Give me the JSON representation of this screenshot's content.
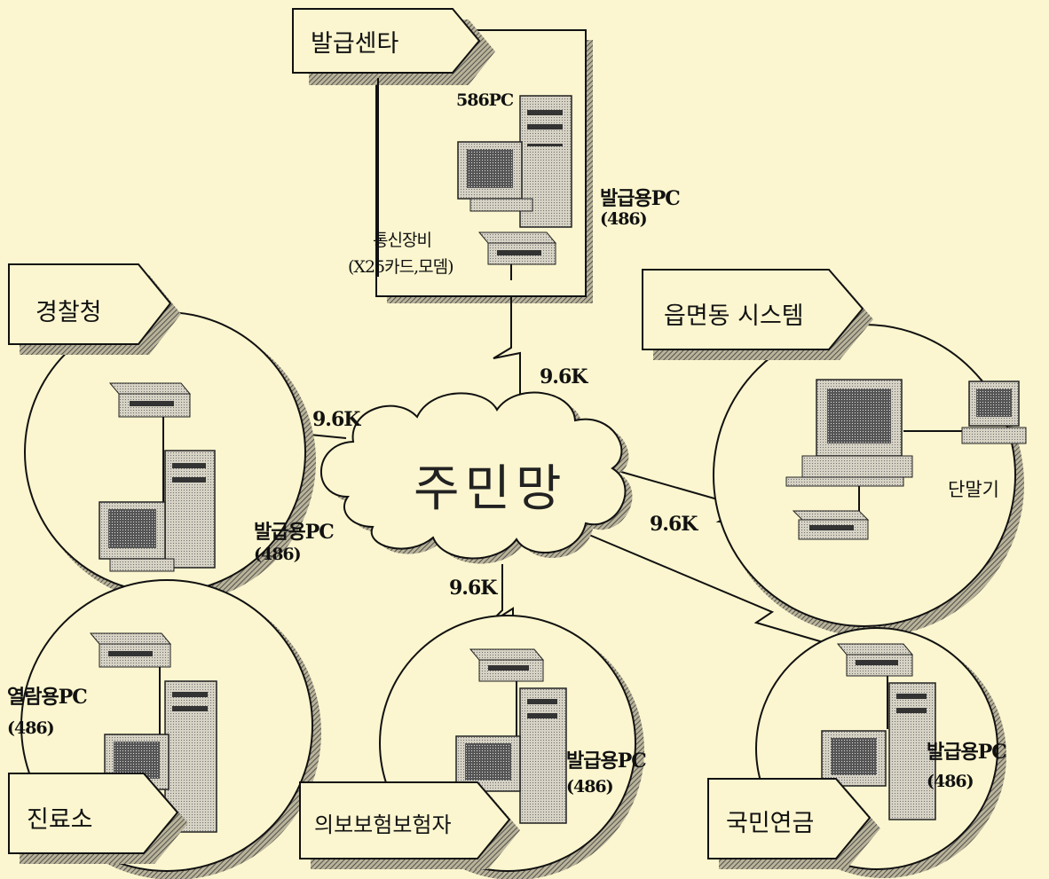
{
  "network": {
    "center_label": "주민망",
    "link_speed": "9.6K"
  },
  "nodes": {
    "issue_center": {
      "title": "발급센타",
      "server_label": "586PC",
      "pc_label": "발급용PC",
      "pc_spec": "(486)",
      "comm_label": "통신장비",
      "comm_spec": "(X25카드,모뎀)"
    },
    "police": {
      "title": "경찰청",
      "pc_label": "발급용PC",
      "pc_spec": "(486)"
    },
    "town": {
      "title": "읍면동 시스템",
      "terminal_label": "단말기"
    },
    "clinic": {
      "title": "진료소",
      "pc_label": "열람용PC",
      "pc_spec": "(486)"
    },
    "insurer": {
      "title": "의보보험보험자",
      "pc_label": "발급용PC",
      "pc_spec": "(486)"
    },
    "pension": {
      "title": "국민연금",
      "pc_label": "발급용PC",
      "pc_spec": "(486)"
    }
  }
}
